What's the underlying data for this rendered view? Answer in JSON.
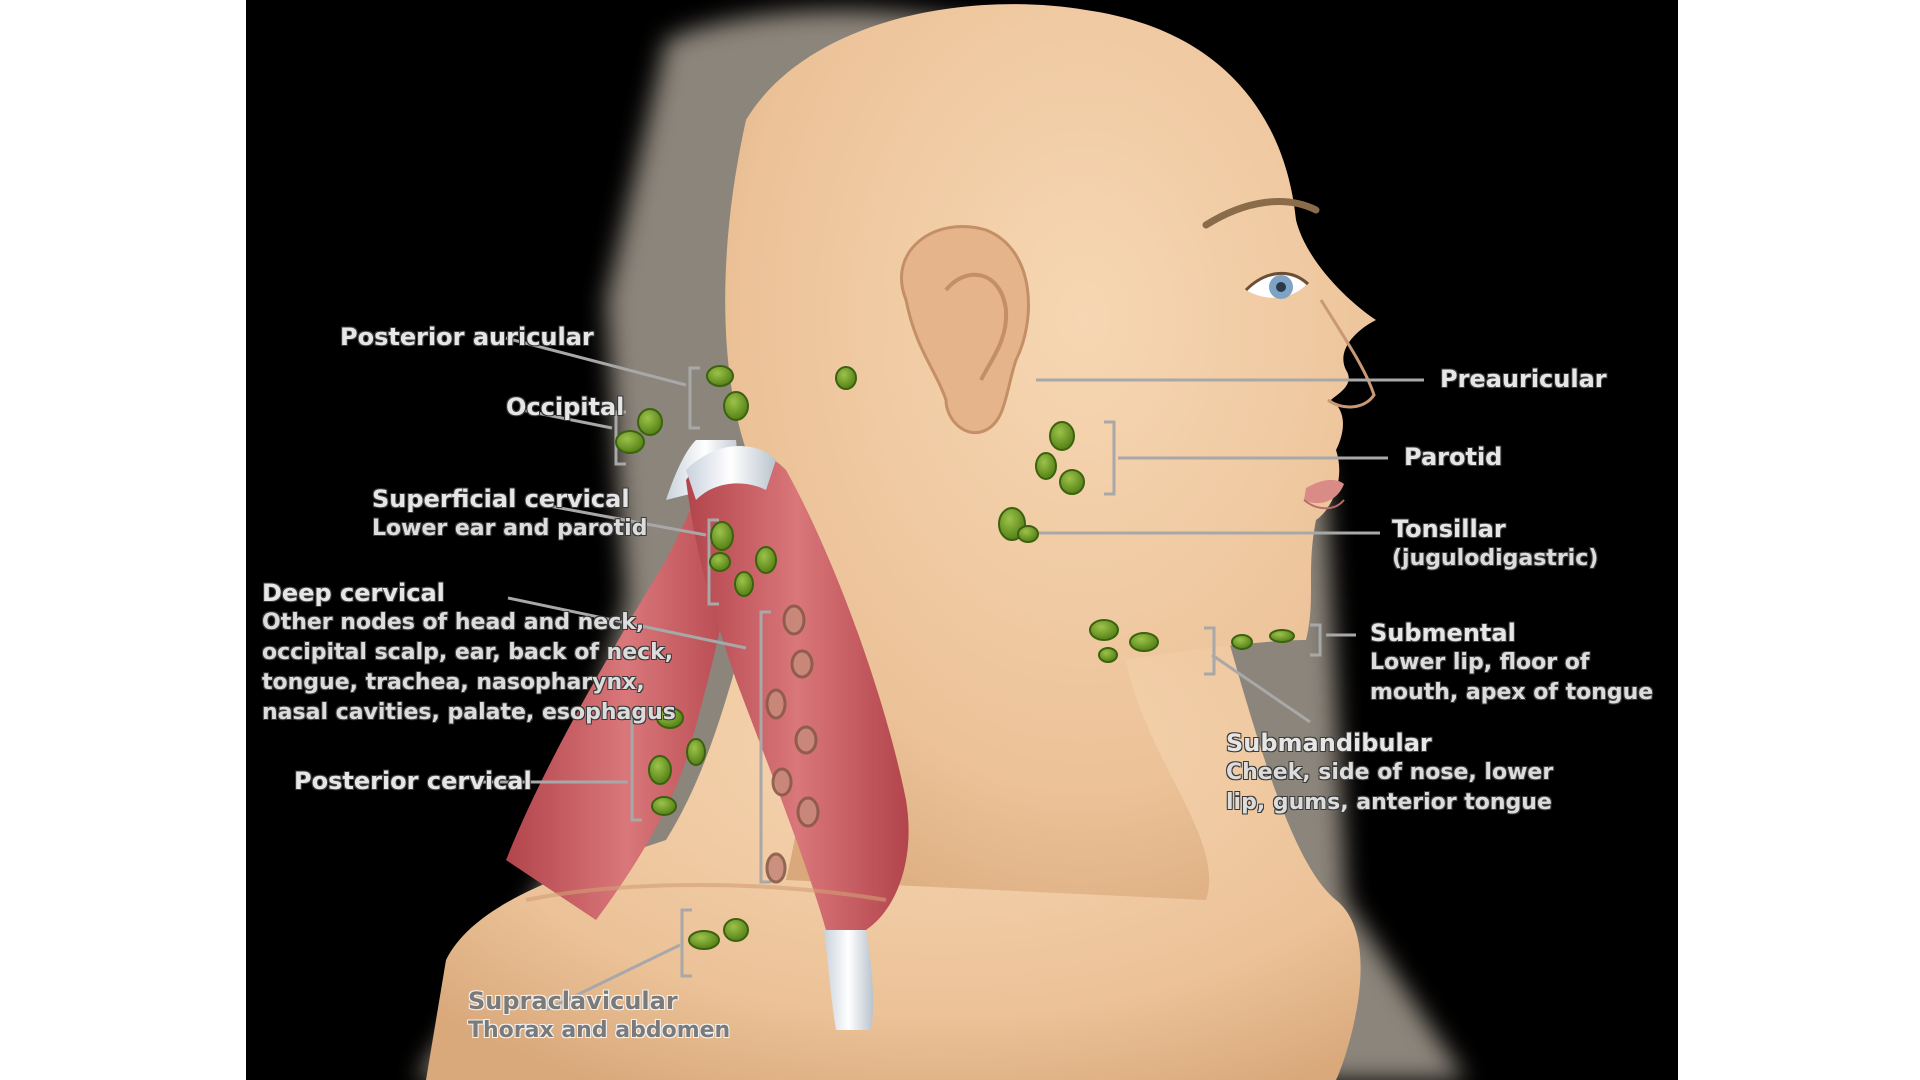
{
  "labels": {
    "posterior_auricular": "Posterior auricular",
    "occipital": "Occipital",
    "superficial_cervical": "Superficial cervical",
    "superficial_cervical_sub": "Lower ear and parotid",
    "deep_cervical": "Deep cervical",
    "deep_cervical_sub": [
      "Other nodes of head and neck,",
      "occipital scalp, ear, back of neck,",
      "tongue, trachea, nasopharynx,",
      "nasal cavities, palate, esophagus"
    ],
    "posterior_cervical": "Posterior cervical",
    "supraclavicular": "Supraclavicular",
    "supraclavicular_sub": "Thorax and abdomen",
    "preauricular": "Preauricular",
    "parotid": "Parotid",
    "tonsillar": "Tonsillar",
    "tonsillar_sub": "(jugulodigastric)",
    "submental": "Submental",
    "submental_sub": [
      "Lower lip, floor of",
      "mouth, apex of tongue"
    ],
    "submandibular": "Submandibular",
    "submandibular_sub": [
      "Cheek, side of nose, lower",
      "lip, gums, anterior tongue"
    ]
  },
  "colors": {
    "background": "#000000",
    "skin": "#efc9a0",
    "muscle": "#c4595f",
    "node": "#5f8f1c",
    "leader_line": "#a8a8a8"
  }
}
